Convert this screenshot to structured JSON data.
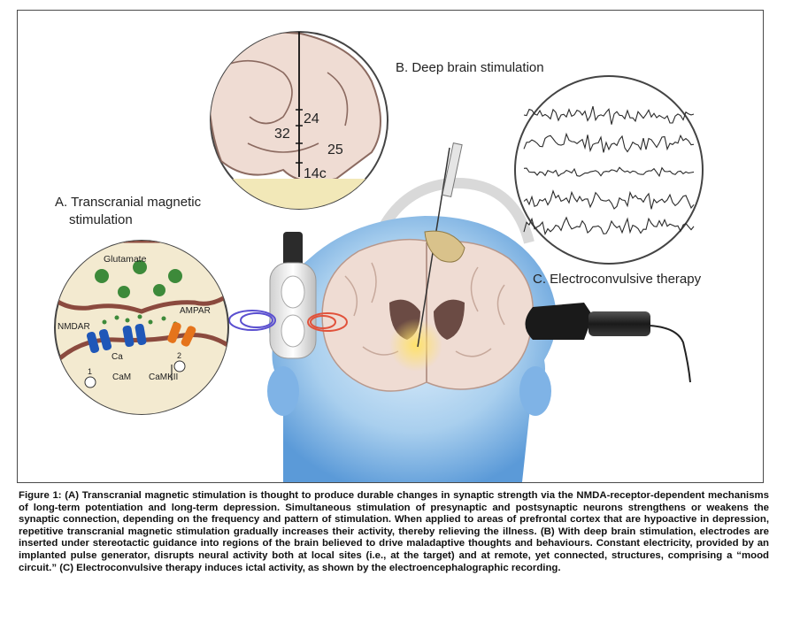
{
  "figure": {
    "labels": {
      "deep_brain": "B. Deep brain stimulation",
      "tms_line1": "A. Transcranial magnetic",
      "tms_line2": "stimulation",
      "ect": "C. Electroconvulsive therapy"
    },
    "inset_b_numbers": [
      "32",
      "24",
      "25",
      "14c"
    ],
    "inset_a_labels": {
      "glutamate": "Glutamate",
      "nmdar": "NMDAR",
      "ampar": "AMPAR",
      "ca": "Ca",
      "cam": "CaM",
      "camkii": "CaMKII",
      "step1": "1",
      "step2": "2"
    }
  },
  "caption": {
    "text": "Figure 1: (A) Transcranial magnetic stimulation is thought to produce durable changes in synaptic strength via the NMDA-receptor-dependent mechanisms of long-term potentiation and long-term depression. Simultaneous stimulation of presynaptic and postsynaptic neurons strengthens or weakens the synaptic connection, depending on the frequency and pattern of stimulation. When applied to areas of prefrontal cortex that are hypoactive in depression, repetitive transcranial magnetic stimulation gradually increases their activity, thereby relieving the illness. (B) With deep brain stimulation, electrodes are inserted under stereotactic guidance into regions of the brain believed to drive maladaptive thoughts and behaviours. Constant electricity, provided by an implanted pulse generator, disrupts neural activity both at local sites (i.e., at the target) and at remote, yet connected, structures, comprising a “mood circuit.” (C) Electroconvulsive therapy induces ictal activity, as shown by the electroencephalographic recording."
  },
  "colors": {
    "head": "#a9cfee",
    "brain": "#efdcd3",
    "inset_fill": "#f3ead0",
    "membrane": "#8b4a3e",
    "receptor_blue": "#1f57b8",
    "receptor_orange": "#e5741c",
    "glutamate_green": "#3d8a3a"
  }
}
